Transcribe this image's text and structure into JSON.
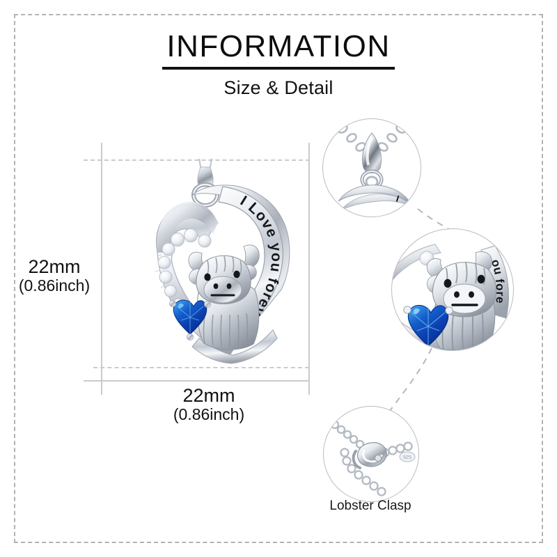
{
  "page": {
    "background_color": "#ffffff",
    "frame_style": "dashed",
    "frame_color": "#b0b2b6"
  },
  "header": {
    "title": "INFORMATION",
    "subtitle": "Size & Detail"
  },
  "dimensions": {
    "height": {
      "measure": "22mm",
      "measure_alt": "(0.86inch)"
    },
    "width": {
      "measure": "22mm",
      "measure_alt": "(0.86inch)"
    }
  },
  "product": {
    "name": "highland-cow-heart-pendant",
    "engraving": "I Love you forever",
    "metal_color": "#c9ced6",
    "metal_highlight": "#ffffff",
    "metal_shadow": "#6f7782",
    "gem_color": "#0b3fb0",
    "gem_highlight": "#2a86e0",
    "cz_color": "#f2f4f8"
  },
  "detail_callouts": [
    {
      "name": "bail-and-chain",
      "label": "",
      "engraving_fragment": "I"
    },
    {
      "name": "cow-and-gemstone",
      "label": "",
      "engraving_fragment": "ou fore"
    },
    {
      "name": "lobster-clasp",
      "label": "Lobster Clasp",
      "engraving_fragment": ""
    }
  ],
  "clasp": {
    "label": "Lobster Clasp"
  }
}
